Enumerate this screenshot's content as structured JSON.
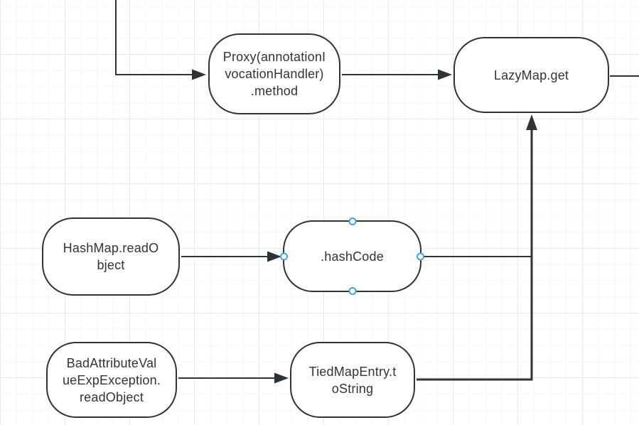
{
  "diagram": {
    "nodes": [
      {
        "id": "proxy-method",
        "label": "Proxy(annotationI\nvocationHandler)\n.method",
        "selected": false
      },
      {
        "id": "lazymap-get",
        "label": "LazyMap.get",
        "selected": false
      },
      {
        "id": "hashmap-readobject",
        "label": "HashMap.readO\nbject",
        "selected": false
      },
      {
        "id": "hashcode",
        "label": ".hashCode",
        "selected": true
      },
      {
        "id": "badattributevalueexpexception-readobject",
        "label": "BadAttributeVal\nueExpException.\nreadObject",
        "selected": false
      },
      {
        "id": "tiedmapentry-tostring",
        "label": "TiedMapEntry.t\noString",
        "selected": false
      }
    ],
    "edges": [
      {
        "id": "edge-offscreen-top-to-proxy",
        "from": "offscreen-top",
        "to": "proxy-method",
        "arrow": true
      },
      {
        "id": "edge-proxy-to-lazymap",
        "from": "proxy-method",
        "to": "lazymap-get",
        "arrow": true
      },
      {
        "id": "edge-lazymap-to-offscreen-right",
        "from": "lazymap-get",
        "to": "offscreen-right",
        "arrow": false
      },
      {
        "id": "edge-hashmap-to-hashcode",
        "from": "hashmap-readobject",
        "to": "hashcode",
        "arrow": true
      },
      {
        "id": "edge-hashcode-to-junction",
        "from": "hashcode",
        "to": "edge-tiedmap-to-lazymap",
        "arrow": false
      },
      {
        "id": "edge-badattr-to-tiedmap",
        "from": "badattributevalueexpexception-readobject",
        "to": "tiedmapentry-tostring",
        "arrow": true
      },
      {
        "id": "edge-tiedmap-to-lazymap",
        "from": "tiedmapentry-tostring",
        "to": "lazymap-get",
        "arrow": true
      }
    ],
    "colors": {
      "node_border": "#2e333a",
      "node_fill": "#ffffff",
      "text": "#333333",
      "edge": "#2e333a",
      "selection_handle": "#42a0f0",
      "grid_minor": "#f5f5f5",
      "grid_major": "#e9e9e9",
      "background": "#ffffff"
    }
  }
}
